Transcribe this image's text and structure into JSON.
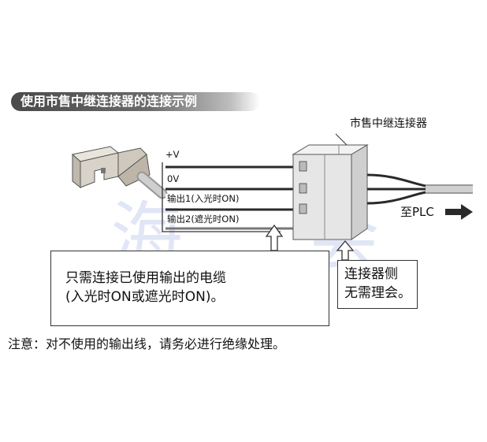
{
  "title": "使用市售中继连接器的连接示例",
  "connector_label": "市售中继连接器",
  "wire_labels": {
    "plus_v": "+V",
    "zero_v": "0V",
    "output1": "输出1(入光时ON)",
    "output2": "输出2(遮光时ON)",
    "to_plc": "至PLC"
  },
  "callout_left": {
    "line1": "只需连接已使用输出的电缆",
    "line2": "(入光时ON或遮光时ON)。"
  },
  "callout_right": {
    "line1": "连接器侧",
    "line2": "无需理会。"
  },
  "note": "注意：对不使用的输出线，请务必进行绝缘处理。",
  "watermark": {
    "char1": "海",
    "char2": "会"
  },
  "colors": {
    "banner": "#555555",
    "wire": "#2a2a2a",
    "connector_fill": "#e6e6e6",
    "sensor_fill": "#d8d2c8",
    "watermark": "#c9d3ef"
  }
}
